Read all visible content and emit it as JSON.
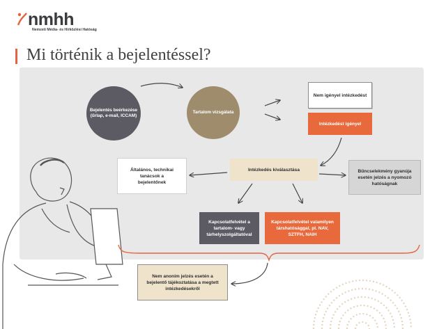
{
  "logo": {
    "wordmark": "nmhh",
    "subtitle": "Nemzeti Média- és Hírközlési Hatóság"
  },
  "title": "Mi történik a bejelentéssel?",
  "colors": {
    "accent": "#e3643e",
    "dark": "#5c5a62",
    "tan": "#9e8c6d",
    "cream": "#efe3cc",
    "panel": "#e8e8e8"
  },
  "nodes": {
    "report": "Bejelentés beérkezése (űrlap, e-mail, ICCAM)",
    "review": "Tartalom vizsgálata",
    "no_action": "Nem igényel intézkedést",
    "action_needed": "Intézkedést igényel",
    "select_action": "Intézkedés kiválasztása",
    "general_advice": "Általános, technikai tanácsok a bejelentőnek",
    "crime": "Bűncselekmény gyanúja esetén jelzés a nyomozó hatóságnak",
    "contact_host": "Kapcsolatfelvétel a tartalom- vagy tárhelyszolgáltatóval",
    "contact_authority": "Kapcsolatfelvétel valamilyen társhatósággal, pl. NAV, SZTFH, NAIH",
    "inform_reporter": "Nem anonim jelzés esetén a bejelentő tájékoztatása a megtett intézkedésekről"
  }
}
